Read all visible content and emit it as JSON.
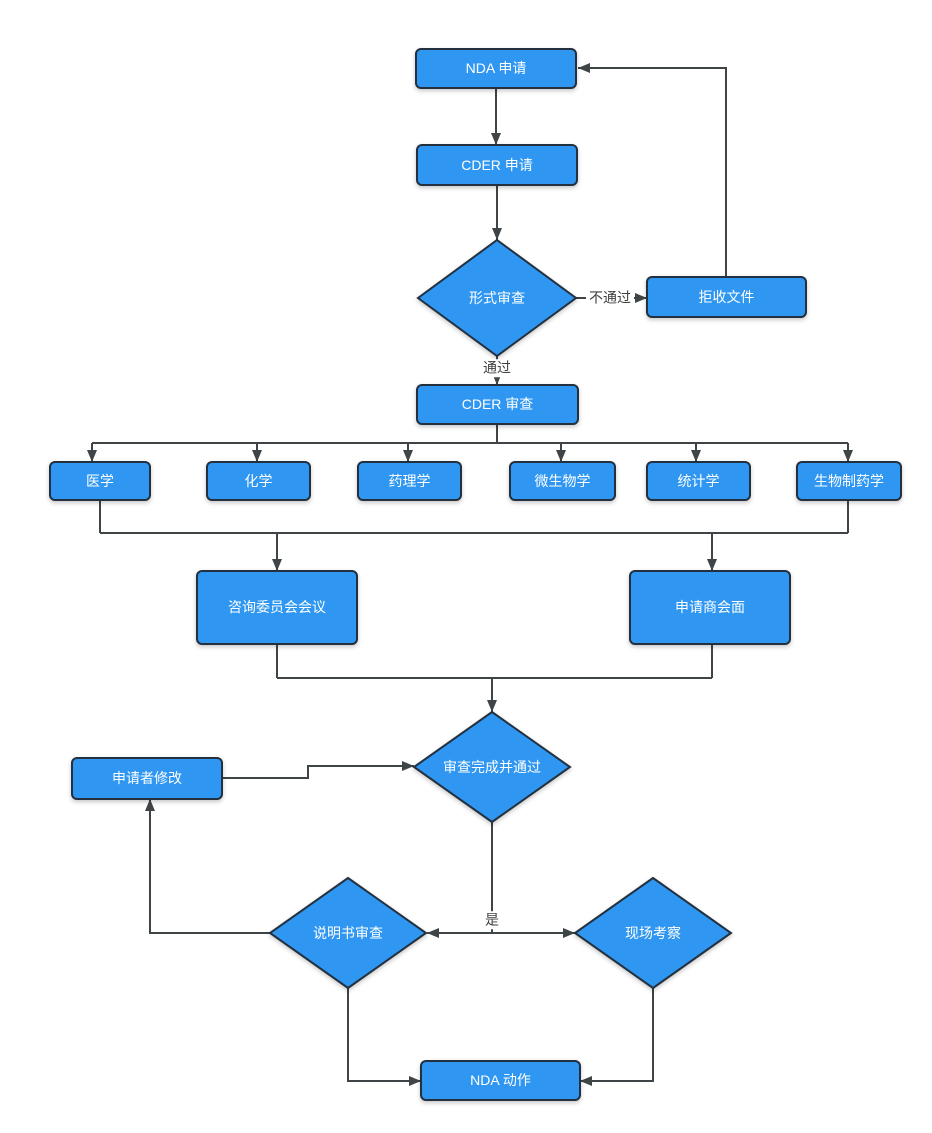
{
  "colors": {
    "node_fill": "#2F97F2",
    "node_border": "#22303F",
    "node_text": "#FFFFFF",
    "line": "#3F4447",
    "edge_text": "#3F3F3F",
    "background": "#FFFFFF"
  },
  "nodes": {
    "nda_apply": {
      "label": "NDA 申请"
    },
    "cder_apply": {
      "label": "CDER 申请"
    },
    "formal_review": {
      "label": "形式审查"
    },
    "reject_docs": {
      "label": "拒收文件"
    },
    "cder_review": {
      "label": "CDER 审查"
    },
    "medicine": {
      "label": "医学"
    },
    "chemistry": {
      "label": "化学"
    },
    "pharmacology": {
      "label": "药理学"
    },
    "microbiology": {
      "label": "微生物学"
    },
    "statistics": {
      "label": "统计学"
    },
    "biopharmaceutics": {
      "label": "生物制药学"
    },
    "advisory_committee": {
      "label": "咨询委员会会议"
    },
    "applicant_meeting": {
      "label": "申请商会面"
    },
    "review_complete": {
      "label": "审查完成并通过"
    },
    "applicant_modify": {
      "label": "申请者修改"
    },
    "label_review": {
      "label": "说明书审查"
    },
    "site_inspection": {
      "label": "现场考察"
    },
    "nda_action": {
      "label": "NDA 动作"
    }
  },
  "edge_labels": {
    "fail": "不通过",
    "pass": "通过",
    "yes": "是"
  }
}
